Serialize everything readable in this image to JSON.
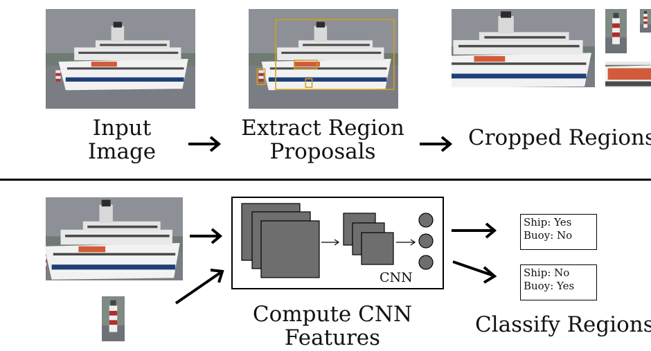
{
  "top_row": {
    "input_label_line1": "Input",
    "input_label_line2": "Image",
    "extract_label_line1": "Extract Region",
    "extract_label_line2": "Proposals",
    "cropped_label": "Cropped Regions"
  },
  "bottom_row": {
    "compute_label_line1": "Compute CNN",
    "compute_label_line2": "Features",
    "cnn_label": "CNN",
    "classify_label": "Classify Regions",
    "result1": {
      "line1": "Ship: Yes",
      "line2": "Buoy: No"
    },
    "result2": {
      "line1": "Ship: No",
      "line2": "Buoy: Yes"
    }
  },
  "colors": {
    "proposal_box": "#d4a017",
    "feature_map": "#6e6e6e",
    "water": "#7d7f86",
    "sky": "#8a8e94"
  }
}
